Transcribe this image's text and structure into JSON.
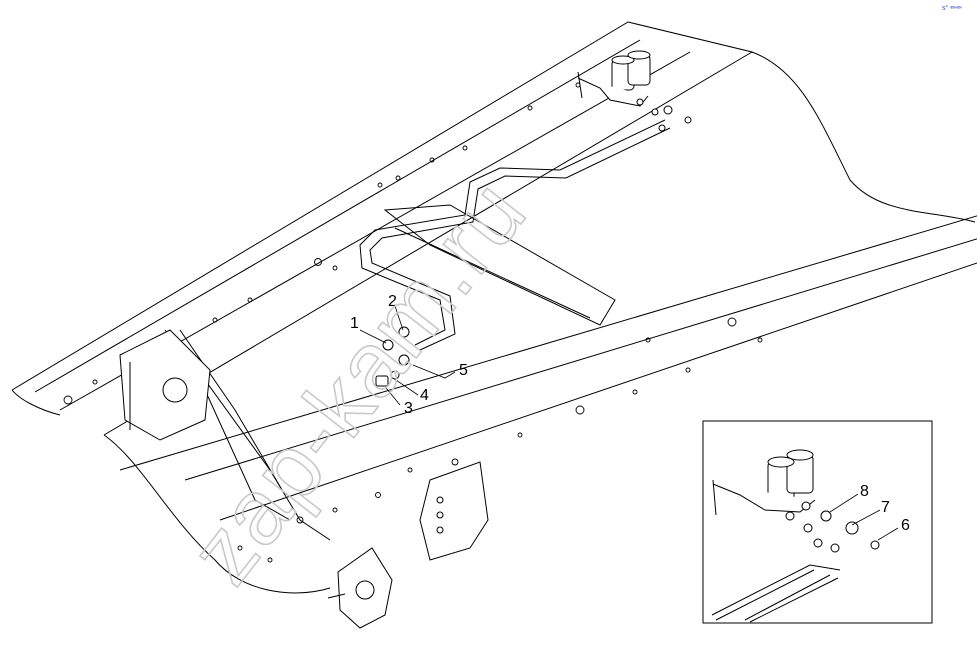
{
  "watermark": "zap-kam.ru",
  "corner_mark": "s° ✏✏",
  "callouts": {
    "c1": "1",
    "c2": "2",
    "c3": "3",
    "c4": "4",
    "c5": "5",
    "c6": "6",
    "c7": "7",
    "c8": "8"
  }
}
